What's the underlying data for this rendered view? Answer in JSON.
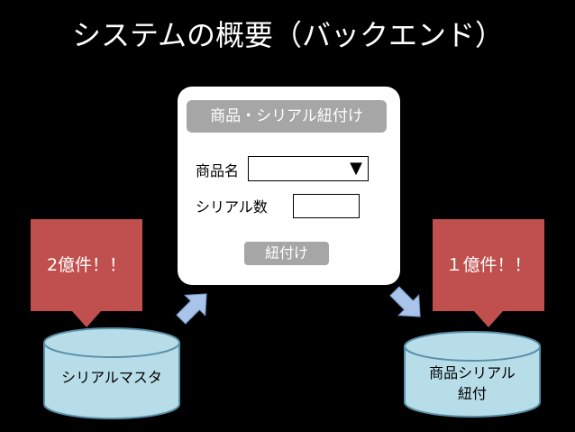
{
  "title": "システムの概要（バックエンド）",
  "form": {
    "header": "商品・シリアル紐付け",
    "product_name_label": "商品名",
    "product_select_caret": "▼",
    "serial_count_label": "シリアル数",
    "link_button": "紐付け"
  },
  "callouts": {
    "left": "2億件！！",
    "right": "１億件！！"
  },
  "databases": {
    "serial_master": "シリアルマスタ",
    "product_serial_line1": "商品シリアル",
    "product_serial_line2": "紐付"
  },
  "colors": {
    "background": "#000000",
    "callout": "#c0504d",
    "database_fill": "#b7dde8",
    "arrow": "#a9c4e8",
    "panel_header": "#a6a6a6"
  },
  "icons": [
    "up-right-arrow-icon",
    "down-right-arrow-icon"
  ]
}
